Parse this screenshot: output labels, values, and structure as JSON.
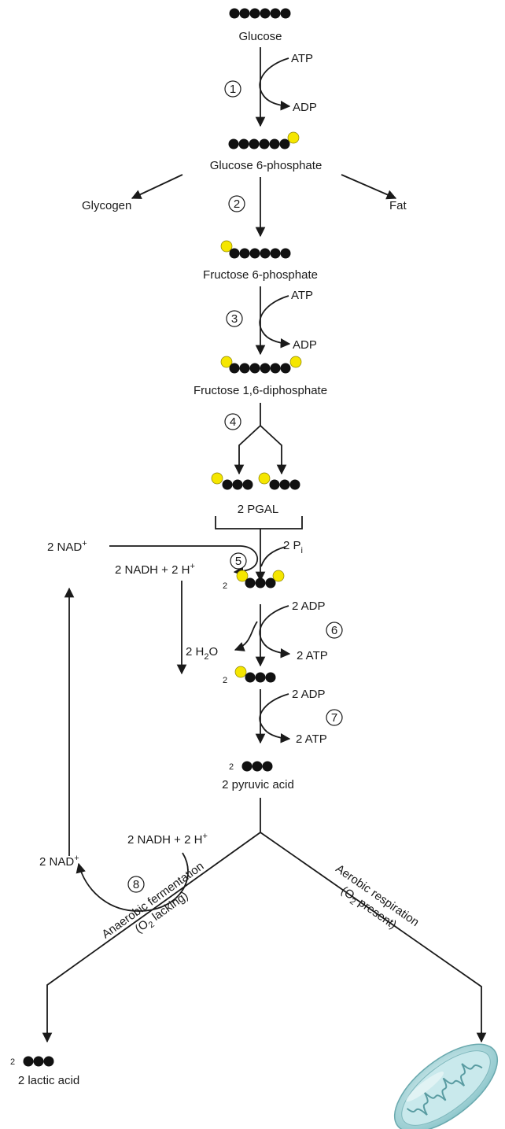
{
  "molecules": {
    "glucose": "Glucose",
    "g6p": "Glucose 6-phosphate",
    "glycogen": "Glycogen",
    "fat": "Fat",
    "f6p": "Fructose 6-phosphate",
    "f16dp": "Fructose 1,6-diphosphate",
    "pgal": "2 PGAL",
    "pyruvic": "2 pyruvic acid",
    "lactic": "2 lactic acid",
    "count2": "2"
  },
  "cofactors": {
    "atp": "ATP",
    "adp": "ADP",
    "two": "2",
    "two_p": "2 P",
    "i_sub": "i",
    "nad_plus": "2 NAD",
    "plus_sup": "+",
    "nadh_h": "2 NADH + 2 H",
    "two_h": "2 H",
    "two_sub": "2",
    "o": "O",
    "two_adp": "2 ADP",
    "two_atp": "2 ATP"
  },
  "steps": [
    "1",
    "2",
    "3",
    "4",
    "5",
    "6",
    "7",
    "8"
  ],
  "branches": {
    "anaerobic_title": "Anaerobic fermentation",
    "anaerobic_open": "(O",
    "anaerobic_close": " lacking)",
    "aerobic_title": "Aerobic respiration",
    "aerobic_open": "(O",
    "aerobic_close": " present)"
  },
  "colors": {
    "carbon": "#111111",
    "phosphate": "#f5e600",
    "mitochondrion": "#a8d8dc"
  }
}
